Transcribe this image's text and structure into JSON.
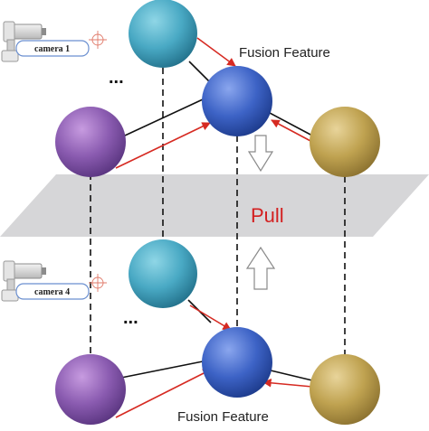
{
  "labels": {
    "camera_top": "camera 1",
    "camera_bottom": "camera 4",
    "fusion_top": "Fusion Feature",
    "fusion_bottom": "Fusion Feature",
    "pull": "Pull",
    "ellipsis": "..."
  },
  "colors": {
    "plane": "#d6d6d8",
    "arrow_red": "#d62a22",
    "edge_black": "#111111",
    "teal": "#49a9c4",
    "blue": "#3d63c6",
    "purple": "#8a5bb0",
    "gold": "#bfa250",
    "pull_text": "#d32020"
  },
  "icons": {
    "camera": "security-camera-icon",
    "crosshair": "crosshair-icon",
    "hollow_arrow_down": "hollow-arrow-down-icon",
    "hollow_arrow_up": "hollow-arrow-up-icon"
  }
}
